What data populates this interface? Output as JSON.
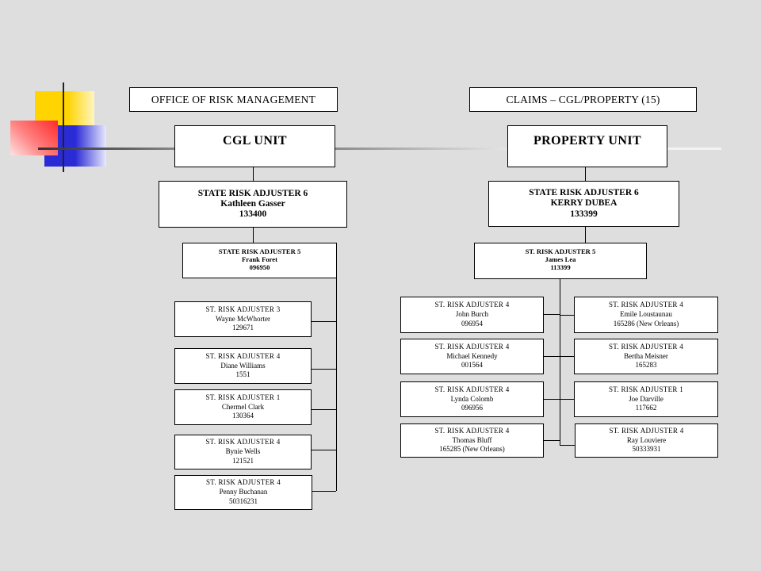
{
  "header": {
    "left_title": "OFFICE OF RISK MANAGEMENT",
    "right_title": "CLAIMS –  CGL/PROPERTY (15)"
  },
  "colors": {
    "background": "#dedede",
    "square_yellow": "#ffd400",
    "square_red": "#ff3b3b",
    "square_blue": "#2b2bd6",
    "bar_dark": "#555555"
  },
  "cgl": {
    "unit_title": "CGL UNIT",
    "sra6": {
      "title": "STATE RISK ADJUSTER 6",
      "name": "Kathleen Gasser",
      "id": "133400"
    },
    "sra5": {
      "title": "STATE RISK ADJUSTER 5",
      "name": "Frank Foret",
      "id": "096950"
    },
    "staff": [
      {
        "title": "ST. RISK ADJUSTER 3",
        "name": "Wayne McWhorter",
        "id": "129671"
      },
      {
        "title": "ST. RISK ADJUSTER 4",
        "name": "Diane Williams",
        "id": "1551"
      },
      {
        "title": "ST. RISK ADJUSTER 1",
        "name": "Chermel Clark",
        "id": "130364"
      },
      {
        "title": "ST. RISK ADJUSTER 4",
        "name": "Bynie Wells",
        "id": "121521"
      },
      {
        "title": "ST. RISK ADJUSTER 4",
        "name": "Penny Buchanan",
        "id": "50316231"
      }
    ]
  },
  "property": {
    "unit_title": "PROPERTY  UNIT",
    "sra6": {
      "title": "STATE RISK ADJUSTER 6",
      "name": "KERRY DUBEA",
      "id": "133399"
    },
    "sra5": {
      "title": "ST. RISK ADJUSTER 5",
      "name": "James Lea",
      "id": "113399"
    },
    "left_staff": [
      {
        "title": "ST. RISK ADJUSTER 4",
        "name": "John Burch",
        "id": "096954"
      },
      {
        "title": "ST. RISK ADJUSTER 4",
        "name": "Michael Kennedy",
        "id": "001564"
      },
      {
        "title": "ST. RISK ADJUSTER 4",
        "name": "Lynda Colomb",
        "id": "096956"
      },
      {
        "title": "ST. RISK ADJUSTER 4",
        "name": "Thomas Bluff",
        "id": "165285 (New Orleans)"
      }
    ],
    "right_staff": [
      {
        "title": "ST. RISK ADJUSTER 4",
        "name": "Emile Loustaunau",
        "id": "165286 (New Orleans)"
      },
      {
        "title": "ST. RISK ADJUSTER 4",
        "name": "Bertha Meisner",
        "id": "165283"
      },
      {
        "title": "ST. RISK ADJUSTER 1",
        "name": "Joe Darville",
        "id": "117662"
      },
      {
        "title": "ST. RISK ADJUSTER 4",
        "name": "Ray Louviere",
        "id": "50333931"
      }
    ]
  }
}
